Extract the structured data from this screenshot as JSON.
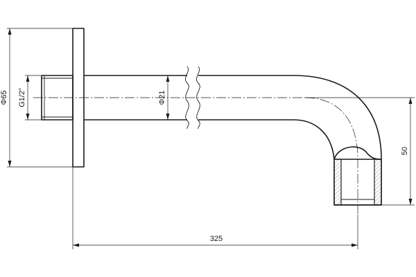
{
  "dimensions": {
    "flange_diameter": "Φ65",
    "thread": "G1/2\"",
    "pipe_diameter": "Φ21",
    "length": "325",
    "height": "50"
  }
}
